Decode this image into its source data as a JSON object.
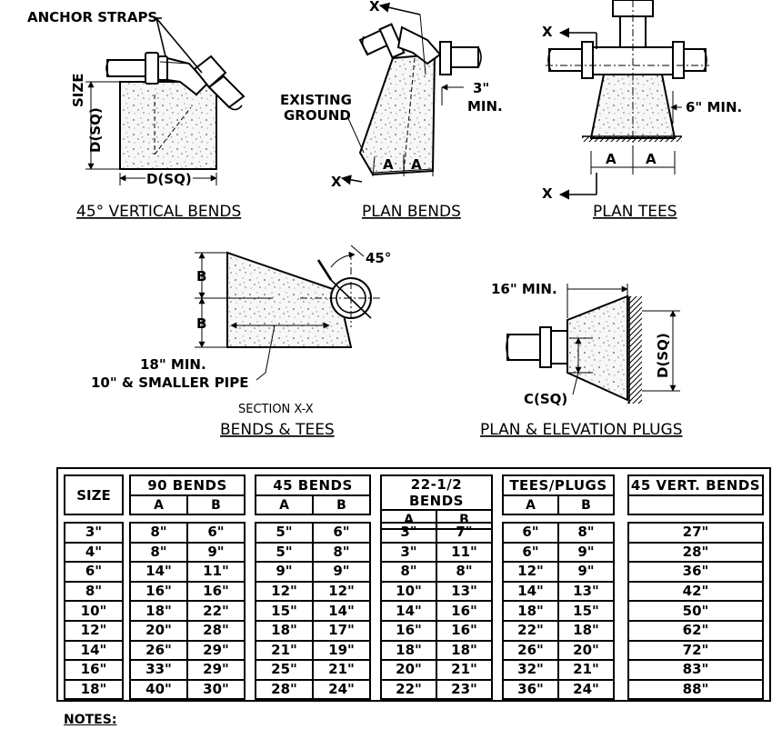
{
  "labels": {
    "anchor_straps": "ANCHOR STRAPS",
    "size_axis": "SIZE",
    "d_sq": "D(SQ)",
    "existing_ground": [
      "EXISTING",
      "GROUND"
    ],
    "three_in_min": [
      "3\"",
      "MIN."
    ],
    "a": "A",
    "x": "X",
    "six_in_min": "6\" MIN.",
    "b": "B",
    "angle_45": "45°",
    "eighteen_min": "18\" MIN.",
    "ten_smaller": "10\" & SMALLER PIPE",
    "sixteen_min": "16\" MIN.",
    "c_sq": "C(SQ)"
  },
  "titles": {
    "vertical_bends": "45° VERTICAL BENDS",
    "plan_bends": "PLAN BENDS",
    "plan_tees": "PLAN TEES",
    "section": "SECTION X-X",
    "bends_tees": "BENDS & TEES",
    "plugs": "PLAN & ELEVATION PLUGS"
  },
  "table": {
    "size_header": "SIZE",
    "groups": [
      {
        "name": "90   BENDS",
        "cols": [
          "A",
          "B"
        ]
      },
      {
        "name": "45   BENDS",
        "cols": [
          "A",
          "B"
        ]
      },
      {
        "name": "22-1/2 BENDS",
        "cols": [
          "A",
          "B"
        ]
      },
      {
        "name": "TEES/PLUGS",
        "cols": [
          "A",
          "B"
        ]
      },
      {
        "name": "45  VERT. BENDS",
        "cols": [
          ""
        ]
      }
    ],
    "rows": [
      {
        "size": "3\"",
        "bend90": [
          "8\"",
          "6\""
        ],
        "bend45": [
          "5\"",
          "6\""
        ],
        "bend22": [
          "3\"",
          "7\""
        ],
        "tees": [
          "6\"",
          "8\""
        ],
        "vert": "27\""
      },
      {
        "size": "4\"",
        "bend90": [
          "8\"",
          "9\""
        ],
        "bend45": [
          "5\"",
          "8\""
        ],
        "bend22": [
          "3\"",
          "11\""
        ],
        "tees": [
          "6\"",
          "9\""
        ],
        "vert": "28\""
      },
      {
        "size": "6\"",
        "bend90": [
          "14\"",
          "11\""
        ],
        "bend45": [
          "9\"",
          "9\""
        ],
        "bend22": [
          "8\"",
          "8\""
        ],
        "tees": [
          "12\"",
          "9\""
        ],
        "vert": "36\""
      },
      {
        "size": "8\"",
        "bend90": [
          "16\"",
          "16\""
        ],
        "bend45": [
          "12\"",
          "12\""
        ],
        "bend22": [
          "10\"",
          "13\""
        ],
        "tees": [
          "14\"",
          "13\""
        ],
        "vert": "42\""
      },
      {
        "size": "10\"",
        "bend90": [
          "18\"",
          "22\""
        ],
        "bend45": [
          "15\"",
          "14\""
        ],
        "bend22": [
          "14\"",
          "16\""
        ],
        "tees": [
          "18\"",
          "15\""
        ],
        "vert": "50\""
      },
      {
        "size": "12\"",
        "bend90": [
          "20\"",
          "28\""
        ],
        "bend45": [
          "18\"",
          "17\""
        ],
        "bend22": [
          "16\"",
          "16\""
        ],
        "tees": [
          "22\"",
          "18\""
        ],
        "vert": "62\""
      },
      {
        "size": "14\"",
        "bend90": [
          "26\"",
          "29\""
        ],
        "bend45": [
          "21\"",
          "19\""
        ],
        "bend22": [
          "18\"",
          "18\""
        ],
        "tees": [
          "26\"",
          "20\""
        ],
        "vert": "72\""
      },
      {
        "size": "16\"",
        "bend90": [
          "33\"",
          "29\""
        ],
        "bend45": [
          "25\"",
          "21\""
        ],
        "bend22": [
          "20\"",
          "21\""
        ],
        "tees": [
          "32\"",
          "21\""
        ],
        "vert": "83\""
      },
      {
        "size": "18\"",
        "bend90": [
          "40\"",
          "30\""
        ],
        "bend45": [
          "28\"",
          "24\""
        ],
        "bend22": [
          "22\"",
          "23\""
        ],
        "tees": [
          "36\"",
          "24\""
        ],
        "vert": "88\""
      }
    ]
  },
  "notes_label": "NOTES:"
}
